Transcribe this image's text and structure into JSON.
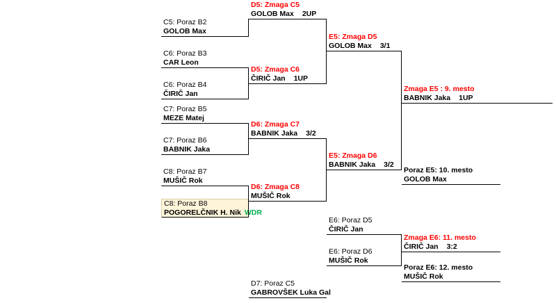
{
  "colors": {
    "win_label": "#ff0000",
    "loss_label": "#000000",
    "withdrawal_badge": "#00b050",
    "highlight_bg": "#fdf4da",
    "line": "#000000"
  },
  "slots": [
    {
      "id": "c5-poraz-b2",
      "label": "C5: Poraz B2",
      "name": "GOLOB Max",
      "score": ""
    },
    {
      "id": "c6-poraz-b3",
      "label": "C6: Poraz B3",
      "name": "CAR Leon",
      "score": ""
    },
    {
      "id": "c6-poraz-b4",
      "label": "C6: Poraz B4",
      "name": "ČIRIČ Jan",
      "score": ""
    },
    {
      "id": "c7-poraz-b5",
      "label": "C7: Poraz B5",
      "name": "MEZE Matej",
      "score": ""
    },
    {
      "id": "c7-poraz-b6",
      "label": "C7: Poraz B6",
      "name": "BABNIK Jaka",
      "score": ""
    },
    {
      "id": "c8-poraz-b7",
      "label": "C8: Poraz B7",
      "name": "MUŠIČ Rok",
      "score": ""
    },
    {
      "id": "c8-poraz-b8",
      "label": "C8: Poraz B8",
      "name": "POGORELČNIK H. Nik",
      "score": "",
      "suffix": "WDR"
    },
    {
      "id": "d5-zmaga-c5",
      "label": "D5: Zmaga C5",
      "name": "GOLOB Max",
      "score": "2UP"
    },
    {
      "id": "d5-zmaga-c6",
      "label": "D5: Zmaga C6",
      "name": "ČIRIČ Jan",
      "score": "1UP"
    },
    {
      "id": "d6-zmaga-c7",
      "label": "D6: Zmaga C7",
      "name": "BABNIK Jaka",
      "score": "3/2"
    },
    {
      "id": "d6-zmaga-c8",
      "label": "D6: Zmaga C8",
      "name": "MUŠIČ Rok",
      "score": ""
    },
    {
      "id": "e5-zmaga-d5",
      "label": "E5: Zmaga D5",
      "name": "GOLOB Max",
      "score": "3/1"
    },
    {
      "id": "e5-zmaga-d6",
      "label": "E5: Zmaga D6",
      "name": "BABNIK Jaka",
      "score": "3/2"
    },
    {
      "id": "zmaga-e5-9-mesto",
      "label": "Zmaga E5 : 9. mesto",
      "name": "BABNIK Jaka",
      "score": "1UP"
    },
    {
      "id": "poraz-e5-10-mesto",
      "label": "Poraz E5: 10. mesto",
      "name": "GOLOB Max",
      "score": ""
    },
    {
      "id": "e6-poraz-d5",
      "label": "E6: Poraz D5",
      "name": "ČIRIČ Jan",
      "score": ""
    },
    {
      "id": "e6-poraz-d6",
      "label": "E6: Poraz D6",
      "name": "MUŠIČ Rok",
      "score": ""
    },
    {
      "id": "zmaga-e6-11-mesto",
      "label": "Zmaga E6: 11. mesto",
      "name": "ČIRIČ Jan",
      "score": "3:2"
    },
    {
      "id": "poraz-e6-12-mesto",
      "label": "Poraz E6: 12. mesto",
      "name": "MUŠIČ Rok",
      "score": ""
    },
    {
      "id": "d7-poraz-c5",
      "label": "D7: Poraz C5",
      "name": "GABROVŠEK Luka Gal",
      "score": ""
    }
  ]
}
